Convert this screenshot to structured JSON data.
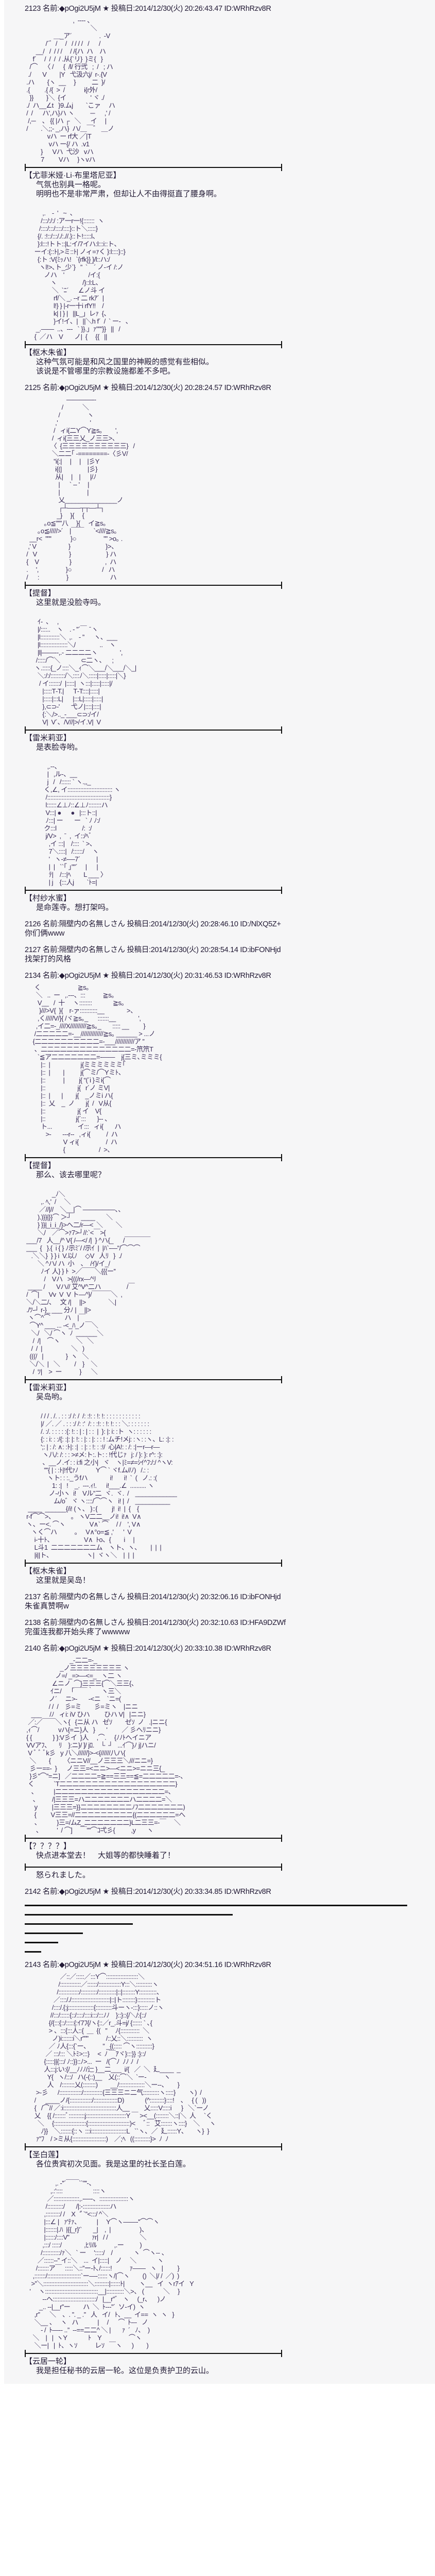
{
  "headers": [
    "2123 名前:◆pOgi2U5jM ★ 投稿日:2014/12/30(火) 20:26:43.47 ID:WRhRzv8R",
    "2125 名前:◆pOgi2U5jM ★ 投稿日:2014/12/30(火) 20:28:24.57 ID:WRhRzv8R",
    "2126 名前:隔壁内の名無しさん 投稿日:2014/12/30(火) 20:28:46.10 ID:/NlXQ5Z+",
    "2127 名前:隔壁内の名無しさん 投稿日:2014/12/30(火) 20:28:54.14 ID:ibFONHjd",
    "2134 名前:◆pOgi2U5jM ★ 投稿日:2014/12/30(火) 20:31:46.53 ID:WRhRzv8R",
    "2137 名前:隔壁内の名無しさん 投稿日:2014/12/30(火) 20:32:06.16 ID:ibFONHjd",
    "2138 名前:隔壁内の名無しさん 投稿日:2014/12/30(火) 20:32:10.63 ID:HFA9DZWf",
    "2140 名前:◆pOgi2U5jM ★ 投稿日:2014/12/30(火) 20:33:10.38 ID:WRhRzv8R",
    "2142 名前:◆pOgi2U5jM ★ 投稿日:2014/12/30(火) 20:33:34.85 ID:WRhRzv8R",
    "2143 名前:◆pOgi2U5jM ★ 投稿日:2014/12/30(火) 20:34:51.16 ID:WRhRzv8R"
  ],
  "comments": [
    "你们俩www",
    "找架打的风格",
    "朱雀真赞啊w",
    "完蛋连我都开始头疼了wwwww"
  ],
  "dialogues": [
    {
      "speaker": "【尤菲米娅·Li·布里塔尼亚】",
      "lines": [
        "气氛也别具一格呢。",
        "明明也不是非常严肃，但却让人不由得挺直了腰身啊。"
      ]
    },
    {
      "speaker": "【枢木朱雀】",
      "lines": [
        "这种气氛可能是和风之国里的神殿的感觉有些相似。",
        "该说是不管哪里的宗教设施都差不多吧。"
      ]
    },
    {
      "speaker": "【提督】",
      "lines": [
        "这里就是没脸寺吗。"
      ]
    },
    {
      "speaker": "【雷米莉亚】",
      "lines": [
        "是表脸寺哟。"
      ]
    },
    {
      "speaker": "【村纱水蜜】",
      "lines": [
        "是命莲寺。想打架吗。"
      ]
    },
    {
      "speaker": "【提督】",
      "lines": [
        "那么、该去哪里呢？"
      ]
    },
    {
      "speaker": "【雷米莉亚】",
      "lines": [
        "吴岛哟。"
      ]
    },
    {
      "speaker": "【枢木朱雀】",
      "lines": [
        "这里就是吴岛！"
      ]
    },
    {
      "speaker": "【？？？？】",
      "lines": [
        "快点进本堂去！　大姐等的都快睡着了！"
      ]
    },
    {
      "speaker": "【圣白莲】",
      "lines": [
        "各位贵宾初次见面。我是这里的社长圣白莲。"
      ]
    },
    {
      "speaker": "【云居一轮】",
      "lines": [
        "我是担任秘书的云居一轮。这位是负责护卫的云山。"
      ]
    }
  ],
  "note": "怒られました。",
  "aa": [
    [
      "                              ,  ‐‐‐‐ 、",
      "                                         ＼",
      "                  ＿_ア´                 .  -V",
      "             /´゛/     /   / / / /   /      /",
      "       __/   /  / / /     / /{ハ  ハ    ハ",
      "     f´     /  /  /  / .从{`リ}  }ミ{   }",
      "   /⌒    〈 /      {  /l/ 行弐   ;  /   ; ハ",
      "  ./       V        |Y   弋汲六j/  r-.{V",
      " .ハ        {ヽ  __     }          二  }/",
      " .{         .{ /{  >  /            i{r外/",
      "   }}        }＼  {イ               ' ヾ ./",
      " ./  ハ__∠t   }9.ムj        `こァ     ハ",
      " /  /      ハ',ハ}ハ ヽ          ─      ,' /",
      "  /,─    、 {{ |ハ ┌   ＼      イ     |",
      " /        .＼;;- _,ハ}  ハ/＿￣゛ ＿ノ",
      "              vハ  ー rf大 ／|T",
      "               vハ ー{/ ハ  .v1",
      "          }      Vハ  弋沙   vハ",
      "          7         Vハ     }ヽvハ"
    ],
    [
      "           ,.    -  '   ~  、",
      "          /:::/:/:/ :ア一r一!{:::::::  ヽ",
      "         /::::/:::/::::/::::}::ト＼:::::}",
      "        {/. :!::/:::/./:.//.}::ト!:::::l、",
      "        }:l:::!トト::|L:イ/7イハ:l:::i::ト、",
      "      ーイ:{::ﾄ|,>ミ::ﾄ| ノィ=ｧく }:l::::}::}",
      "        {:ト :V{ﾐｯハ!   `{rfk}} }/l::ハ:/",
      "         ヽl!>､ト_少`}   ”  `￣´ ノ-イ /:ノ",
      "            ノハ    '               /イ:{",
      "                ヽ                /}::l:L、",
      "                 ＼  `ﾆ´      ∠ノ斗 イ",
      "                  rf/＼ _. --r 二 rkｱ´  |",
      "                  l!} } |-r一十i rfY!!    /",
      "                  k| | } |   ||L_」レｧ  {、",
      "                  }イ!イ、|   ||＼h f´  /  ` ー-   、",
      "       _.――  ..、---   ` }}.」ｧ”””}}   ||   /",
      "      {  ／ハ    V       ノ|  {     {{   ||"
    ],
    [
      "                          ――――--",
      "                       /            ＼",
      "                     /                 ヽ",
      "                   ,'                    '",
      "                  /   ィi{二Y⌒Y≧s｡        ',",
      "                 /  ィi{三三乂_ノ三三>、",
      "                〈  {三三三三三三三三三三}   /",
      "                 ＼二二｢ -========-〈彡V/",
      "                  ”i{:|     |     |    |彡Y",
      "                   i{(|                |彡}",
      "                   从|     |    |      |/ﾉ",
      "                     |      ` ‐‐ '     |",
      "                     |                 |",
      "                     乂_______________ノ",
      "                     ┌┴――┬┬―┴┐",
      "                    _}     }{     {",
      "            ｡o≦”””八     }{     イ≧s｡",
      "        ｡o≦/////>´    |￣￣      `<////≧s｡",
      "   __r<  ””''            }○                 ”” >o｡ .",
      "  ,' V                    }                      }>、",
      " /   V                    }                      } ハ",
      " {    V                   }                     ,  ハ",
      " .     ',                 }○                   /   ハ",
      " /      :                 }                          ハ"
    ],
    [
      "        ｲ-  、   ,",
      "        |/::::..    ヽ    . ‐ ”´￣  ̄ ヽ",
      "        |l::::::::::::＼  ,.    - ”      ヽ、___",
      "        |l:::::::::::::::::＼/               ..    ヽ",
      "        |l|――--,.- 二二二二ヽ              ',",
      "       /:::::/⌒＼             ⊂二ヽ、    ;",
      "      ヽ.:::::{_ノ::::＼_ｨ⌒＼___/＼___/＼_|",
      "        ＼:/:/:::::::::/＼::::ﾉ＼:::::|:::::|:::::|＼}",
      "         / イ:::::::/  |:::::|  ヽ:::|:::::|:::::|/",
      "           |:::::T‐T.|      T‐T::::|:::::|",
      "           |:::::|:::L|      |:::L|:::::|:::::|",
      "           },⊂⊃-'       弋ノ|::::|::::|",
      "           {:＼/>.._-___⊂⊃:/イ/",
      "           V|  V´、/V//|>/イ.V|  V"
    ],
    [
      "              ,.--、",
      "              |   ,ル-、__",
      "              j   /   /:::::: ` ヽ.,,_",
      "            く,∠, イ:::::::::::::::::::::::::::: ヽ",
      "             /:::::::::::::::::::::::::::::::::::::::}",
      "             l::::::∠⊥ﾉ::∠⊥ﾉ::::::::ハ",
      "             V:::| ●      ●   |:::ト::|",
      "             ﾉ:::| ー       ー   ` ﾉ ﾉ:/",
      "            ク:::l                /:  :/",
      "             j/V>  ,  ˉ  ,  イ::/ﾍﾞ",
      "               ,イ :::|    /::::  ` >、",
      "               7＼::::|   /::::::/     ヽ",
      "               '   ヽ-≠-―7´          |",
      "               |  |   ``｢ ｣””´     |      |",
      "               ﾃ|    /:::|ﾍ        L ___ 〉",
      "               | j    {:::人j        `ﾄ=|"
    ],
    [
      "      く                       ≧s｡",
      "       ＼   ..  ー   ,.-‐-、:::           ≧s｡",
      "        V__   /  十     ヽ::::::::             ≧s｡",
      "         }///>V{  }{    r-ァ:::::::::::__              >、",
      "        ,く/////V/}{ /ヾ≧s｡_      :::::::__              ',",
      "       ,イ二=-_////X//////////≧s｡_       ::::: __         }",
      "      /二二二二二=-__//////////////≧s｡ ______ > ...ノ",
      "     {二二二二二二二二二二=-___////////////ア ”",
      "      、二二二二二二二二二二二二二二=-笊笊T",
      "        `≦ア二二二二二二二=-――    j{三ミ､ミミミ{",
      "          |::  |                   j{ミミミミミミ｢",
      "          |::  |        |          j{⌒ミ/⌒Yミﾄ、",
      "          |::           |         j{ “(´i }ミi{⌒",
      "          |::                    j{   r´ノ ミV|",
      "          |::  |       |        j{    _ノミi ハ{",
      "          |::  乂    _  ノ       j{  /   V从{",
      "          |::                    j{ イ    V{",
      "          |::                   j{´:::       }-- 、",
      "          ト...                イ:::   ィi{       ハ",
      "             >-       ---r--   ,ィi{          /  ハ",
      "                        V ィi{                 /  ハ",
      "                        {                     /  >、"
    ],
    [
      "                 _ﾉ＼",
      "          ,. ﾍ,'  /     ＼",
      "         ／//|//    ＼__|⌒ ―――――、、",
      "        ).)}}|}}⌒ ＞┘      ____       ＼",
      "        } }}|_i_i_/}>ヘ二/r―<  ＼        ＼",
      "        ＼/    ／⌒>ｧ7>┘//:`<￣>{",
      " ___/7   人__/^ V{ /―</ /|  } ^ハ{_      /￣￣￣￣",
      " ___  {   }.{  i { } ﾉ示ﾐ´/ /示ｲ  |  |ﾊ`-―”/⌒⌒⌒",
      "    .＼＼}  } } i  V.以ﾉ     ◇V   人ﾘ   }  ./",
      "        ＼ ^ハ/ ハ  小    、  /ｲ}/イ_/",
      "          ﾉイ 人} } ﾄ  >／￣￣＼{{{ー''",
      "            /    Vハ   >{((/rx―^ﾘ",
      "  ____ /       Vハ// 艾^V^二ハ                /￣",
      " /  ⌒|      Vv  V  V ト―^}/￣￣￣＼  ,",
      " ＼/＼二/、   文 /|     ||>              ＼|",
      " ./ﾂ-┘ r-}_ ___ 分ﾉ |     ||>",
      "  ヽ⌒^⌒         ハ    |￣",
      "   ⌒Y^ ___ ... -<_ﾊ_ノ￣＼",
      "    ＼/   ＼/ ⌒ヽ  ﾉ  ______＼",
      "     /  /|    ⌒ヽ          ＼   ＼",
      "    /  /  |                  ＼   )",
      "   (((/   |              }  ヽ   ＼",
      "   ＼/＼  |   ＼         /    }    ＼",
      "     /  ﾂ|    >  ー           }      ＼"
    ],
    [
      "          / / / . /. . : : :/ /: /  /: :!: : !: !: : : : : : : : : : : :",
      "          |/ ／. ／ . : : :/ /: :'  /: : :!: : !: !: : : ＼: : : : : : :",
      "          /. :/. : : : : :{: !: : | : | : :  |  }: |: i: :ト  ヽ: : : : : :",
      "          {: : i: : :/{: :|: |: !: : |: : |: : : ! :ムチ!メj: :ヽ: :ヽ、L: :|: :",
      "          ';: | : /: ∧: :ﾄ|: :|  : |: : !: : :!/  心|A!: : /: :|ーr―r―",
      "           ヽ八/: /: : : >≠メ:ト:.ト: : !代じｧ   j: / }: }: r^: :}:",
      "           、__ノ.イ: : i:fi 之小|   ヾ    ヽ|ﾐ=≠=ｼｲ^ﾌ:/:/ ^ヽV:",
      "            ””{ | : :ﾄ|!代ｧﾉ           Y⌒ ` ヾf.ム//ﾉ)   /.: :",
      "              ヽト: : :._うfハ              i!       i!  `  (   ノ.: :(",
      "                 1: :|   !    _.  ---.ｨ!.      i!___.∠  .......... ヽ",
      "               ノ-小ヽ  i!    Vル”二  ヾ.  ヾ.  /    ____________",
      "                  ム/o゛ヾ ヽ::::/⌒⌒ヽ   i! |  /    __________",
      "  ____  ______{/i! (ヽ、 }::{         j!  i!  |  {    {",
      " r-f⌒⌒>、          ｡   ヽV二二__ノi!  i!∧  V∧",
      " ヽ、ー<. ⌒ヽ               V∧` ⌒     / /    ', V∧",
      "    ヽく⌒ハ           ｡     V∧°o=≦ ,'      '  V",
      "      i-十ﾄ、                   V∧  ﾄo、{        i     |",
      "      L斗1  二二二二二二二ム    ヽト、ヽ、      |  |  |",
      "      |i||ト、                     ヽ|  ヾヽ＼    |  |  |"
    ],
    [
      "                            _-二二=-_",
      "                      _ノ三三三三三三三三 ヽ",
      "                   ノ=/ _=>―<=_   ヽ二 ヽ",
      "                 ∠ニノ  ⌒}三三三{⌒＼三三{、",
      "                ｲニ/      ｢￣￣｀     ヽ三＼",
      "               ノ´     ニ>-       -<ニ    `ニ=(",
      "               / /  /    彡=ミ        彡=ミヽ    |ニニ",
      "    ___     /ﾉ   ィi: iV ひハ         ひハ V|   |ニニ}",
      "  ／:／￣￣＼ヽ{   {ニ从 ハ   ゼｿ        ゼｿ  ノ   .|ニニ{",
      " ,ｨ⌒/            vハ{=ニ}人   }       '         ／ 彡へﾘニニ}",
      " { {             } }:V彡イ  }人     ,⌒.     {ﾉﾉﾄへイニア",
      " VVアﾌ、     ﾘ    }:ニ}/ ]/ jﾛ.    └  ┘   ...ｲ⌒}ﾉ j|ハニ/",
      "  V ﾞ ﾞ ﾞk彡   y 八＼//////}>-<{//////八ハ{",
      "   ＼        {        〈ニニV//__ノ三三三＼///ニニ=}",
      "   彡ー==-  }      ノ三三=<ニニ>―<ニニ>=ニニ三{_",
      "   }彡”⌒”=ニ]   ／二二二二=≧==三三==≦=二二二二二=-、",
      "  く            `T二二二二二二二二二二二二二二二二二二}",
      "    、          |二二二二二二二二二二二二二二二二二=、",
      "     、        /|三三三=ハ二二二二二二二ハ二二二二=＼",
      "      y         |三三三=}}二二二二二二二二ﾉﾌ二二二二二二二)",
      "      {         V三三=//二二二二二二二二二{(二二二二二二=へ",
      "      、          }三=/ムZ_二二二二二二二}L二三三=-￣     ＼",
      "       、         '  / ⌒]     ￣””⌒ｺ弌彡{          ,y       ヽ"
    ],
    [
      "                      ／::／:::::／:::Y⌒::::::::::::::::::::＼",
      "                     /:::::::::::::／::::::/::::::::::::::Y:::＼::::::::::ヽ",
      "                    /:::::::::::::/::::::::::/:::::::::::|::|::::::::Y:::::::::::、",
      "                  ／::::/./::::::::::::::::::::::::|::|ト::::::::}:::::::::::ト",
      "                 /::::/.{:j::::::::::::::::{::::::::::斗ーヽ-:::}:::::ノ::ヽ",
      "                //:::/::::::{::/::::/::::i:::/:::ﾉﾉ    }::}::{/＼/:{::/",
      "               {/{:::{::/:::::{:ｲ7ﾌ{/ヽ{::／r_.斗=j/ {:::::: ` ､{",
      "               > 、:::{:::人::{  ＿  {(   ”     ﾉ{::::::::::::  ＼",
      "                 ノ)i:::::::i＼r”””           /::乂::＼::::::::::  ヽ",
      "               ／ ﾉ人{:::{`ー、        ” _{(::::: ⌒ヽ::::::::::}",
      "             ／ :::/::: ＼ﾄﾐ>:::}     <  ﾉ ￣ｱヾ}:::}} :}::/",
      "            {:::::||{:::/ ﾉ::}}::ﾉ>...  ー   /(⌒ﾉ  ﾉﾉ ﾉ  /",
      "            人:::j:い:{/__ﾉﾉﾉ/辷 }__二___  i/{   ／  ＼  廴____  _",
      "              Y{   ヽ/:::/   ハ(-(::)__    乂(::⌒＼  `ー-           ヽ",
      "              人    /::::::::乂(::::::::)        __/::::::::::::::::＼ー--、      }",
      "       >-彡      /::::::::::::::/::::::::::::{三三三ニ二气::::::::::ヽ:::::}        ヽ)  /",
      "      /      ____ノ/{::::::::::::::/:::::::::::::::D)             (^:::::::::}::::!    、   { (   ))",
      "      {   /⌒// ／:i:::::::::::::::::::::::::::::::::人__         乂:::::V:::::i      }   ＼`ーノ",
      "      乂    {{ /:::::::ﾞ::::::::::j:::::::::::::::::::::::::Y ￣ ><__(::::::::＼::|＼  人     `く",
      "        ＼     {::::::::::::::::::::{::::::::::::::::::::::::::)<     ﾞ::   艾:::::::ヽ::::}    ＼      ヽ",
      "          ﾉ}}    ＼:::::::{::ヽ :::i::::::::::::::::::::::L   ``ヽ、／  廴::::::Y、     ヽ}  }",
      "       ｧ”ﾌ    / >ミ从{:::::::::::::::::::::)    ／;ﾍ   ((::::::::::}>  ﾉ  ﾉ"
    ],
    [
      "                   ,. ‐''´￣￣``”''‐、",
      "                ,.:'::::                   ::::ヽ",
      "              ／::::::::::::::::,.-―-、::::::::::::::::::ヽ",
      "             /::::::::::/       /|:-:::::::::::::::::ハ",
      "            ,:::::::::/ /    X   ̄ﾞ`”<:::/ ^＼",
      "            |:::∠ |   ｧ'ﾃｧ、          |     Y⌒ヽ――‐''⌒⌒ヽ",
      "            |:::::::|.ﾊ  |{{_r}'`       _|    ,  |                  )、",
      "            |::::::/::::V”              ｧr|   / /                    ＼",
      "           ,:::/ :::::/              ,ﾋﾘ/ﾙ           ,.ー          )",
      "          /:::::::::::/ｧ＼   ` ー     ':::::/    /             ヽ  ⌒ヽ-‐ 、",
      "        ／::::::-‐” イ::＼    ...  イ|:::::|    ノ     ＼             ヽ",
      "       /:::::::ア￣  :::::＼::”ー‐ﾄ､/::::::!           ｧ――   ヽ   |         }",
      "     ,:::::::/:::::::::::::::::::::`ー―-::::::ヽ/|⌒ヽ        ()  ＼|/ /  ／)  )",
      "    >”＼::::::::::::::::::::::::::::＼:::::::::|::::::ﾄ|         ヽ__   イ  ヽrｱイ   Y",
      "   '     ヽ:::::::::::::::::::::::::::::::::__|:::::::::::＼>、 (            ＼     }",
      "           --ヘ:::::::::::::::::::::::::::/   |__r”゛ ヽ     (_r、    )ノ",
      "         _.. -‐|__r”ー        ハ  ＼  ﾄ‐-‐”´  ソ-イ)  ヽ",
      "      ,r”      ＼    、. ”. _ .”   人   イ/   ﾄ、__  イ==  ヽ  ヽ   }",
      "      ＼__ 、   ヽ   ハ            |     /      ⌒  ﾄ--‐   ノ",
      "          ‐ /  ﾄ―‐- ..”  --==二二^ ＼ |       ｧ  ´   ﾉ、  )",
      "     ＼    |   |  ヽY             ﾄ    Y                 ⌒ヽ",
      "      ＼ー|   |  ﾄ、ヽｿ           レｿ   ￣ヽ      )        )"
    ]
  ]
}
